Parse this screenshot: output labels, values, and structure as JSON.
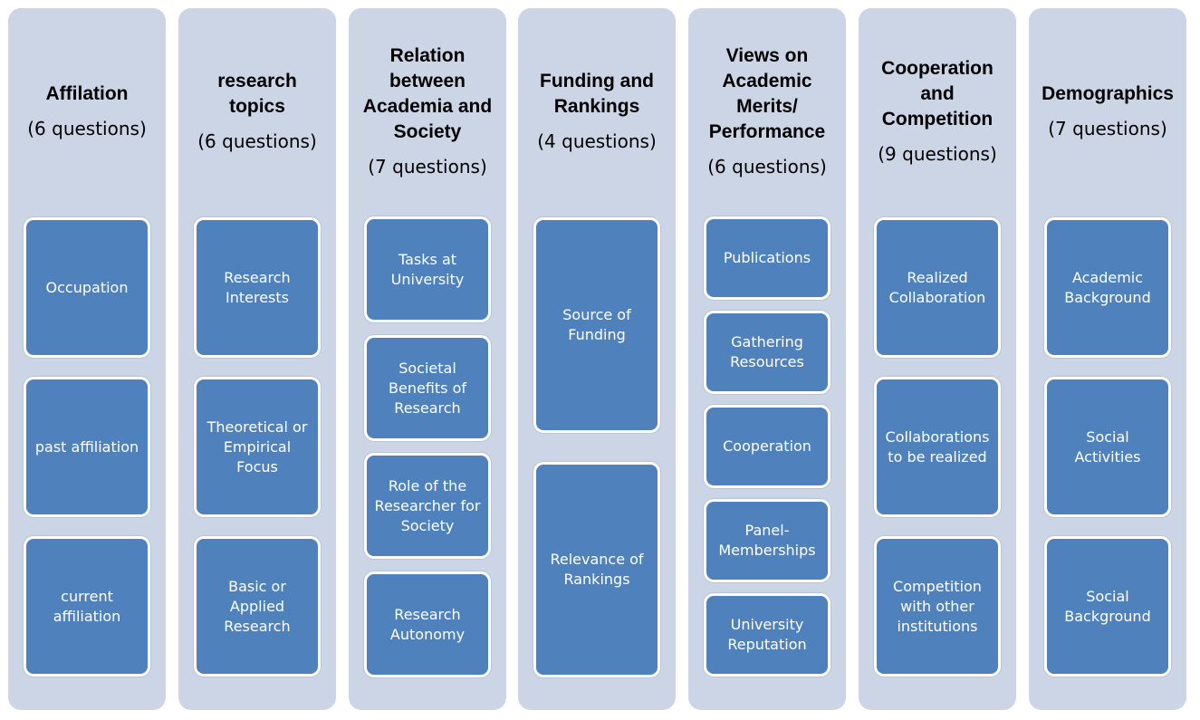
{
  "columns": [
    {
      "title": "Affilation",
      "count": "(6 questions)",
      "items": [
        "Occupation",
        "past affiliation",
        "current affiliation"
      ]
    },
    {
      "title": "research topics",
      "count": "(6 questions)",
      "items": [
        "Research Interests",
        "Theoretical or Empirical Focus",
        "Basic or Applied Research"
      ]
    },
    {
      "title": "Relation between Academia and Society",
      "count": "(7 questions)",
      "items": [
        "Tasks at University",
        "Societal Benefits of Research",
        "Role of the Researcher for Society",
        "Research Autonomy"
      ]
    },
    {
      "title": "Funding and Rankings",
      "count": "(4 questions)",
      "items": [
        "Source of Funding",
        "Relevance of Rankings"
      ]
    },
    {
      "title": "Views on Academic Merits/ Performance",
      "count": "(6 questions)",
      "items": [
        "Publications",
        "Gathering Resources",
        "Cooperation",
        "Panel-Memberships",
        "University Reputation"
      ]
    },
    {
      "title": "Cooperation and Competition",
      "count": "(9 questions)",
      "items": [
        "Realized Collaboration",
        "Collaborations to be realized",
        "Competition with other institutions"
      ]
    },
    {
      "title": "Demographics",
      "count": "(7 questions)",
      "items": [
        "Academic Background",
        "Social Activities",
        "Social Background"
      ]
    }
  ],
  "colors": {
    "column_bg": "#ccd5e6",
    "box_fill": "#4f81bd",
    "box_border": "#ffffff",
    "text_dark": "#000000",
    "text_light": "#ffffff"
  }
}
